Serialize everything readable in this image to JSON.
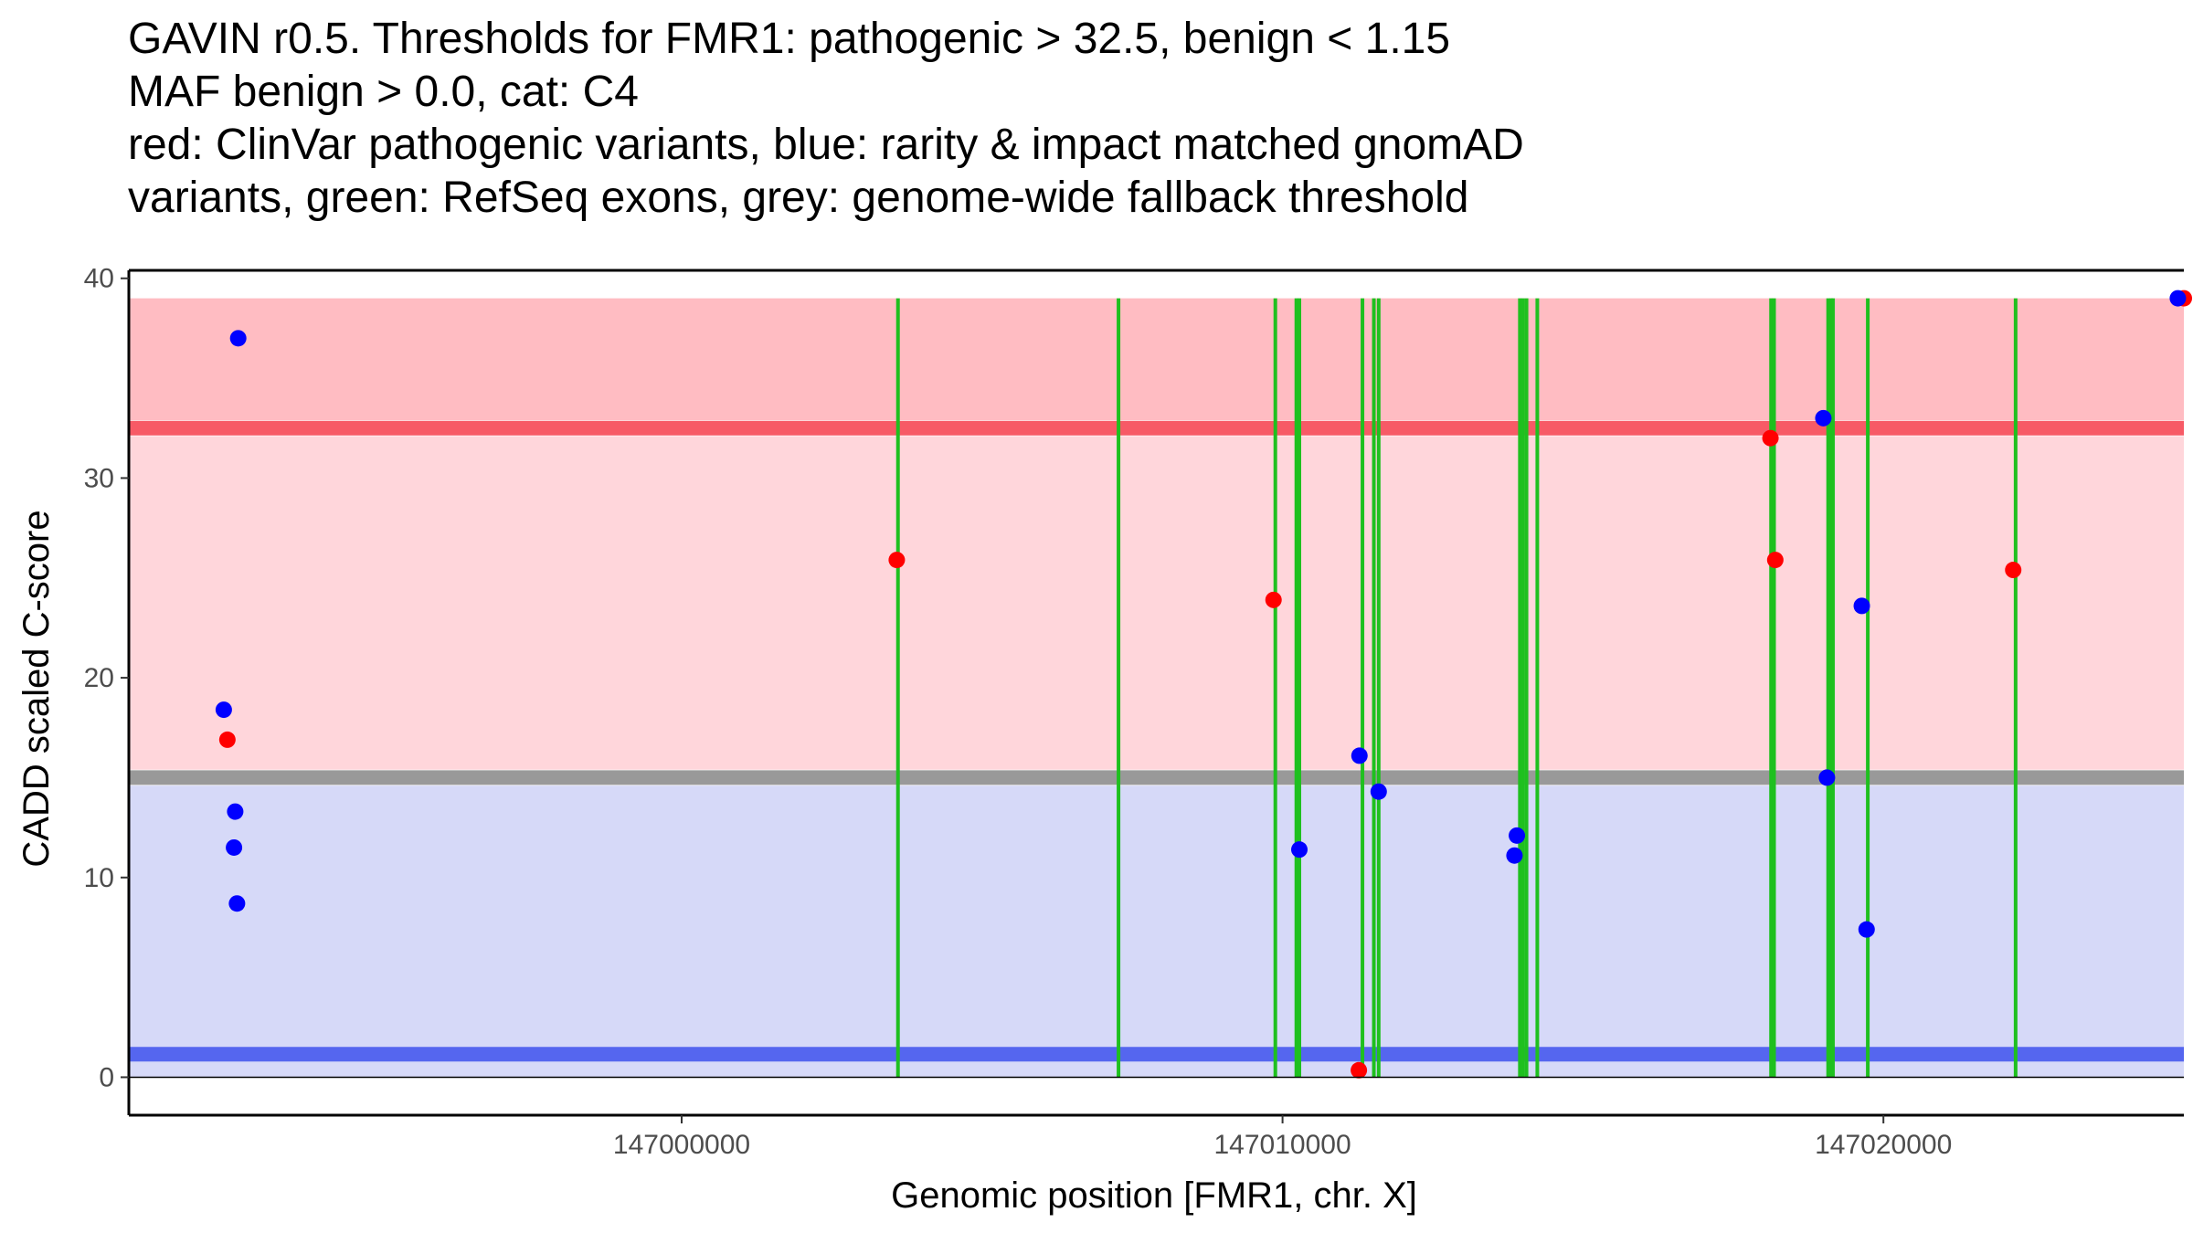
{
  "chart_data": {
    "type": "scatter",
    "title_lines": [
      "GAVIN r0.5. Thresholds for FMR1: pathogenic > 32.5, benign < 1.15",
      "MAF benign > 0.0, cat: C4",
      "red: ClinVar pathogenic variants, blue: rarity & impact matched gnomAD",
      "variants, green: RefSeq exons, grey: genome-wide fallback threshold"
    ],
    "xlabel": "Genomic position [FMR1, chr. X]",
    "ylabel": "CADD scaled C-score",
    "xlim": [
      146990800,
      147025000
    ],
    "ylim": [
      -1.9,
      40.4
    ],
    "x_ticks": [
      147000000,
      147010000,
      147020000
    ],
    "y_ticks": [
      0,
      10,
      20,
      30,
      40
    ],
    "grid": false,
    "colors": {
      "pathogenic": "#ff0000",
      "benign": "#0000ff",
      "exon": "#1fc01f",
      "pathogenic_band": "#ffd6db",
      "pathogenic_band_upper": "#ffbcc2",
      "benign_band": "#d6d9f8",
      "pathogenic_threshold": "#f75a66",
      "benign_threshold": "#5566ef",
      "fallback_threshold": "#999999"
    },
    "bands": [
      {
        "name": "benign-region",
        "y0": 0,
        "y1": 14.6,
        "color": "#d6d9f8"
      },
      {
        "name": "pathogenic-region",
        "y0": 15.4,
        "y1": 32.1,
        "color": "#ffd6db"
      },
      {
        "name": "high-pathogenic-region",
        "y0": 32.9,
        "y1": 39,
        "color": "#ffbcc2"
      }
    ],
    "thresholds": [
      {
        "name": "pathogenic-threshold",
        "y": 32.5,
        "color": "#f75a66"
      },
      {
        "name": "fallback-threshold",
        "y": 15.0,
        "color": "#999999"
      },
      {
        "name": "benign-threshold",
        "y": 1.15,
        "color": "#5566ef"
      }
    ],
    "exons": [
      147003600,
      147007270,
      147009880,
      147010230,
      147010280,
      147011330,
      147011520,
      147011600,
      147013950,
      147014000,
      147014060,
      147014240,
      147018130,
      147018180,
      147019080,
      147019130,
      147019160,
      147019740,
      147022200
    ],
    "series": [
      {
        "name": "ClinVar pathogenic variants",
        "color": "#ff0000",
        "x": [
          146992440,
          147003580,
          147009850,
          147011270,
          147018120,
          147018200,
          147022160,
          147025000
        ],
        "y": [
          16.9,
          25.9,
          23.9,
          0.35,
          32.0,
          25.9,
          25.4,
          39.0
        ]
      },
      {
        "name": "rarity & impact matched gnomAD variants",
        "color": "#0000ff",
        "x": [
          146992380,
          146992620,
          146992570,
          146992550,
          146992600,
          147010280,
          147011280,
          147011600,
          147013900,
          147013860,
          147019000,
          147019060,
          147019640,
          147019720,
          147024900
        ],
        "y": [
          18.4,
          37.0,
          13.3,
          11.5,
          8.7,
          11.4,
          16.1,
          14.3,
          12.1,
          11.1,
          33.0,
          15.0,
          23.6,
          7.4,
          39.0
        ]
      }
    ]
  }
}
